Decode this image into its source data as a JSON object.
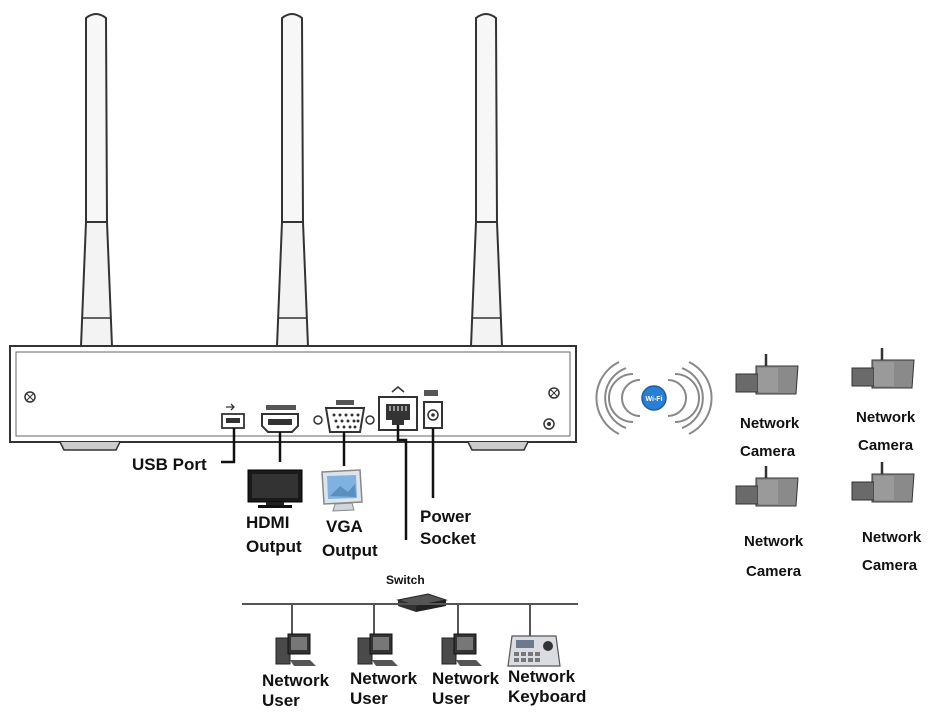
{
  "ports": {
    "usb": "USB Port",
    "hdmi": [
      "HDMI",
      "Output"
    ],
    "vga": [
      "VGA",
      "Output"
    ],
    "power": [
      "Power",
      "Socket"
    ]
  },
  "switch_label": "Switch",
  "network_devices": [
    [
      "Network",
      "User"
    ],
    [
      "Network",
      "User"
    ],
    [
      "Network",
      "User"
    ],
    [
      "Network",
      "Keyboard"
    ]
  ],
  "wifi_badge": "Wi-Fi",
  "cameras": [
    [
      "Network",
      "Camera"
    ],
    [
      "Network",
      "Camera"
    ],
    [
      "Network",
      "Camera"
    ],
    [
      "Network",
      "Camera"
    ]
  ]
}
